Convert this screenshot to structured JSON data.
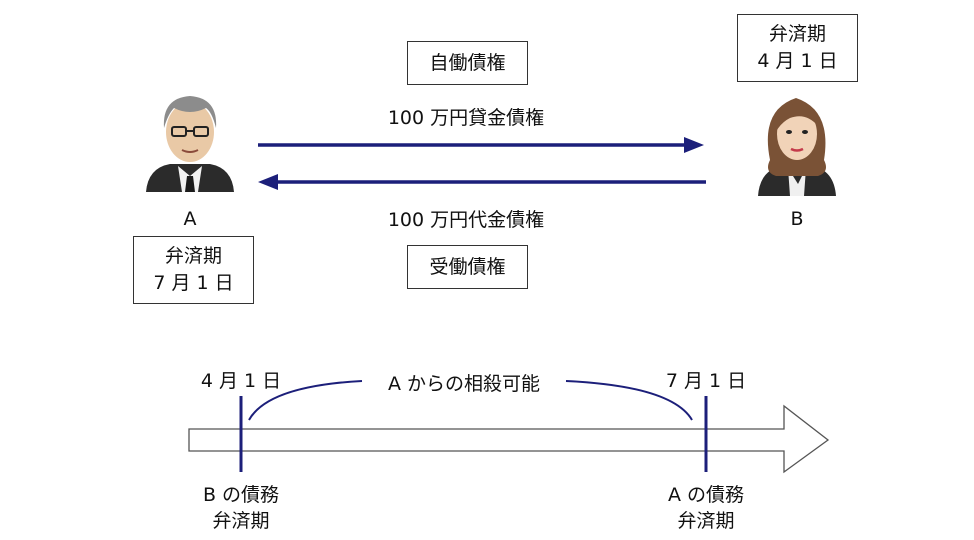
{
  "person_a": {
    "label": "A",
    "due_title": "弁済期",
    "due_date": "7 月 1 日"
  },
  "person_b": {
    "label": "B",
    "due_title": "弁済期",
    "due_date": "4 月 1 日"
  },
  "claims": {
    "active_label": "自働債権",
    "active_amount": "100 万円貸金債権",
    "passive_label": "受働債権",
    "passive_amount": "100 万円代金債権"
  },
  "timeline": {
    "start_date": "4 月 1 日",
    "end_date": "7 月 1 日",
    "span_label": "A からの相殺可能",
    "start_caption_line1": "B の債務",
    "start_caption_line2": "弁済期",
    "end_caption_line1": "A の債務",
    "end_caption_line2": "弁済期"
  },
  "colors": {
    "arrow": "#1c1f7a",
    "text": "#111111",
    "border": "#333333"
  }
}
